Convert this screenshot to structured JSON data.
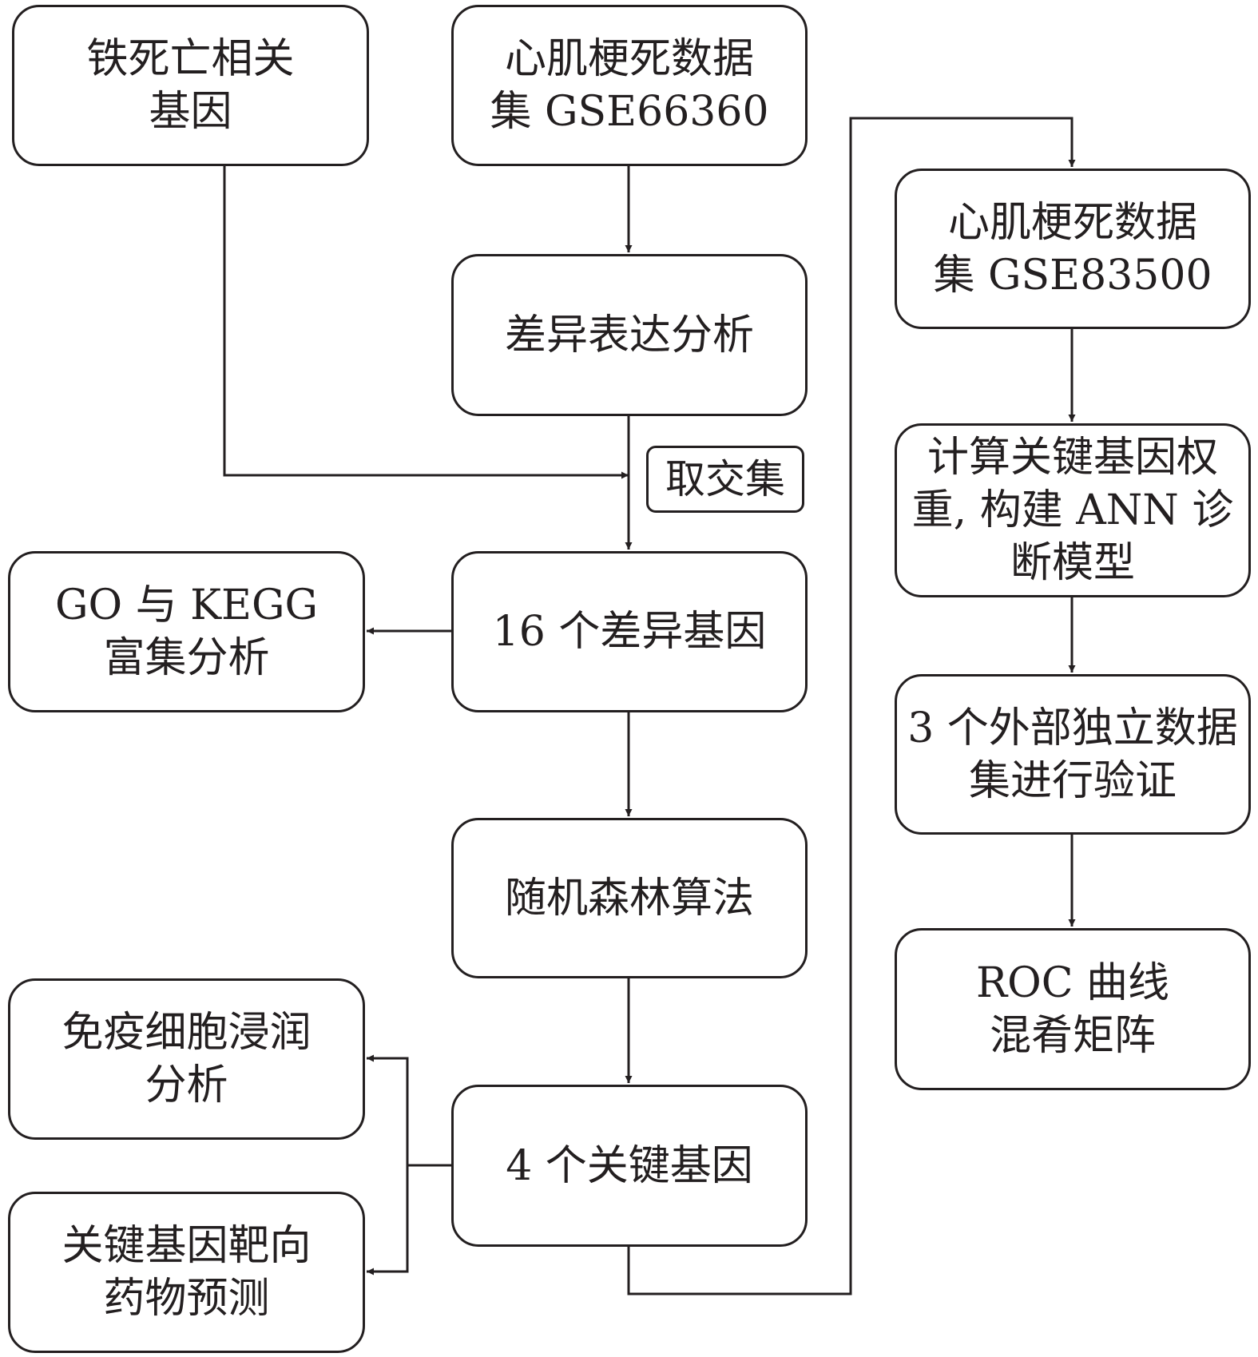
{
  "colors": {
    "line": "#231f20",
    "text": "#231f20",
    "box_fill": "#ffffff"
  },
  "nodes": {
    "ferroptosis_genes": [
      "铁死亡相关",
      "基因"
    ],
    "dataset_gse66360": [
      "心肌梗死数据",
      "集 GSE66360"
    ],
    "differential_expression": [
      "差异表达分析"
    ],
    "intersection": [
      "取交集"
    ],
    "deg_16": [
      "16 个差异基因"
    ],
    "go_kegg": [
      "GO 与 KEGG",
      "富集分析"
    ],
    "random_forest": [
      "随机森林算法"
    ],
    "key_genes_4": [
      "4 个关键基因"
    ],
    "immune_infiltration": [
      "免疫细胞浸润",
      "分析"
    ],
    "drug_prediction": [
      "关键基因靶向",
      "药物预测"
    ],
    "dataset_gse83500": [
      "心肌梗死数据",
      "集 GSE83500"
    ],
    "ann_model": [
      "计算关键基因权",
      "重, 构建 ANN 诊",
      "断模型"
    ],
    "external_validation": [
      "3 个外部独立数据",
      "集进行验证"
    ],
    "roc_confusion": [
      "ROC 曲线",
      "混肴矩阵"
    ]
  },
  "edges": [
    {
      "from": "dataset_gse66360",
      "to": "differential_expression"
    },
    {
      "from": "differential_expression",
      "to": "deg_16"
    },
    {
      "from": "ferroptosis_genes",
      "to": "deg_16",
      "label": "intersection"
    },
    {
      "from": "deg_16",
      "to": "go_kegg"
    },
    {
      "from": "deg_16",
      "to": "random_forest"
    },
    {
      "from": "random_forest",
      "to": "key_genes_4"
    },
    {
      "from": "key_genes_4",
      "to": "immune_infiltration"
    },
    {
      "from": "key_genes_4",
      "to": "drug_prediction"
    },
    {
      "from": "key_genes_4",
      "to": "dataset_gse83500"
    },
    {
      "from": "dataset_gse83500",
      "to": "ann_model"
    },
    {
      "from": "ann_model",
      "to": "external_validation"
    },
    {
      "from": "external_validation",
      "to": "roc_confusion"
    }
  ]
}
